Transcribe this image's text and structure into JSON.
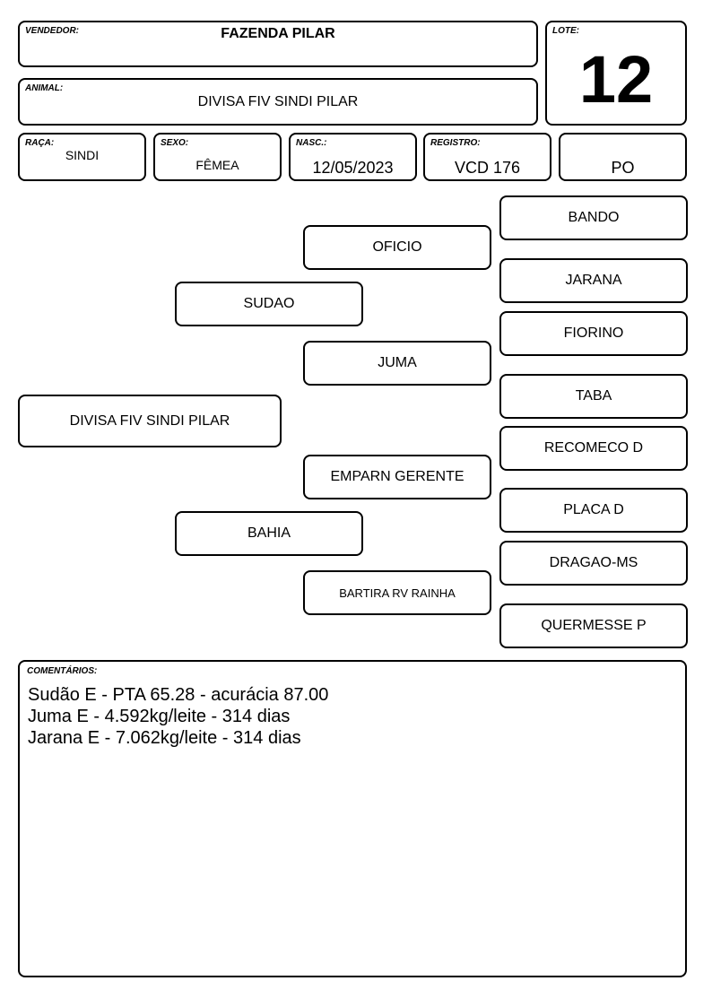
{
  "header": {
    "vendedor_label": "VENDEDOR:",
    "vendedor": "FAZENDA PILAR",
    "lote_label": "LOTE:",
    "lote": "12",
    "animal_label": "ANIMAL:",
    "animal": "DIVISA FIV SINDI PILAR"
  },
  "details": {
    "raca_label": "RAÇA:",
    "raca": "SINDI",
    "sexo_label": "SEXO:",
    "sexo": "FÊMEA",
    "nasc_label": "NASC.:",
    "nasc": "12/05/2023",
    "registro_label": "REGISTRO:",
    "registro": "VCD 176",
    "categoria": "PO"
  },
  "pedigree": {
    "animal": "DIVISA FIV SINDI PILAR",
    "sire": "SUDAO",
    "dam": "BAHIA",
    "sire_sire": "OFICIO",
    "sire_dam": "JUMA",
    "dam_sire": "EMPARN GERENTE",
    "dam_dam": "BARTIRA RV RAINHA",
    "ggp": [
      "BANDO",
      "JARANA",
      "FIORINO",
      "TABA",
      "RECOMECO D",
      "PLACA D",
      "DRAGAO-MS",
      "QUERMESSE P"
    ]
  },
  "comments": {
    "label": "COMENTÁRIOS:",
    "lines": [
      "Sudão E - PTA 65.28 - acurácia 87.00",
      "Juma E - 4.592kg/leite - 314 dias",
      "Jarana E - 7.062kg/leite - 314 dias"
    ]
  }
}
